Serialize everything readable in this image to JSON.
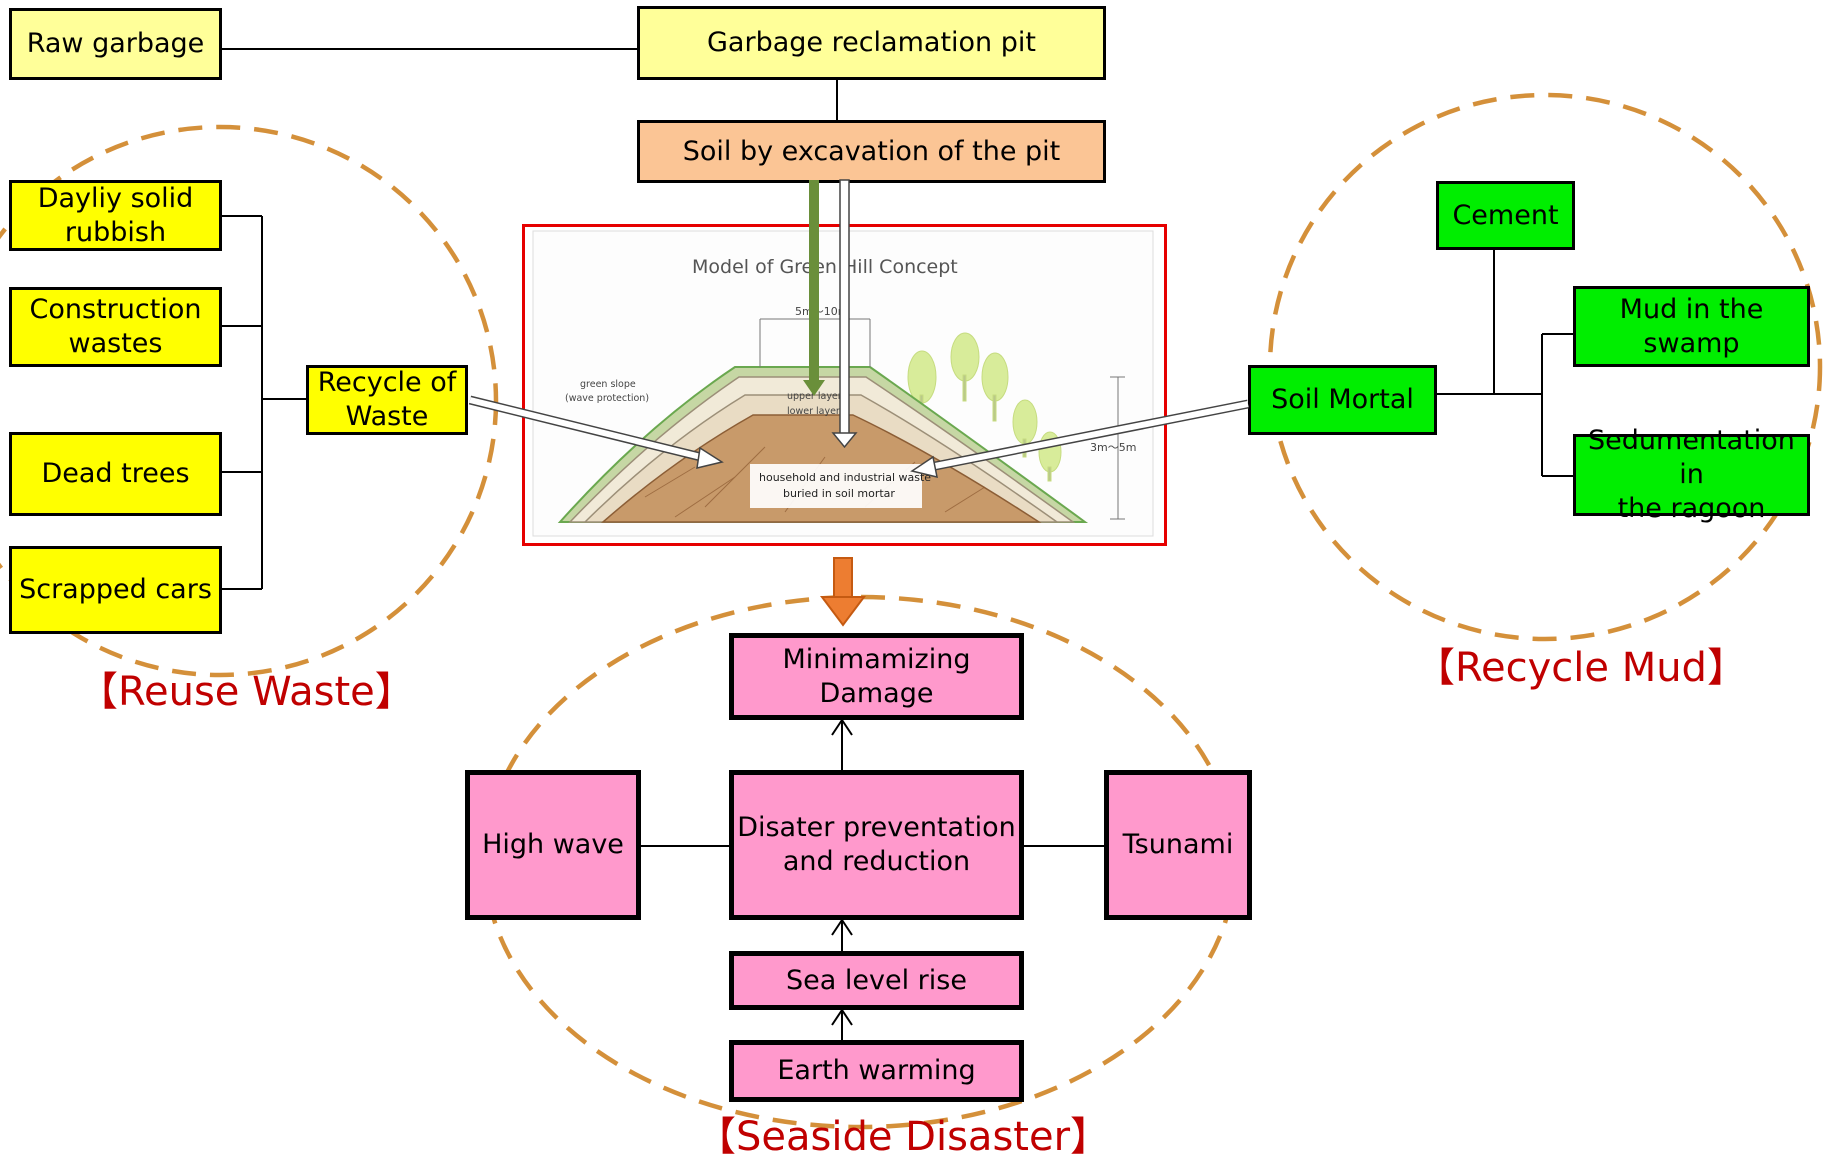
{
  "boxes": {
    "raw_garbage": "Raw garbage",
    "garbage_pit": "Garbage reclamation pit",
    "soil_excavation": "Soil by excavation of the pit",
    "daily_rubbish": "Dayliy solid\nrubbish",
    "construction_wastes": "Construction\nwastes",
    "dead_trees": "Dead trees",
    "scrapped_cars": "Scrapped cars",
    "recycle_waste": "Recycle of\nWaste",
    "cement": "Cement",
    "mud_swamp": "Mud in the\nswamp",
    "sedimentation": "Sedumentation in\nthe ragoon",
    "soil_mortal": "Soil Mortal",
    "minimizing_damage": "Minimamizing Damage",
    "high_wave": "High wave",
    "disaster_prevention": "Disater preventation\nand reduction",
    "tsunami": "Tsunami",
    "sea_level": "Sea level rise",
    "earth_warming": "Earth warming"
  },
  "groups": {
    "reuse_waste": "【Reuse Waste】",
    "recycle_mud": "【Recycle Mud】",
    "seaside_disaster": "【Seaside Disaster】"
  },
  "model": {
    "title": "Model of Green Hill Concept",
    "width_label": "5m〜10m",
    "height_label": "3m〜5m",
    "slope_label_1": "green slope",
    "slope_label_2": "(wave protection)",
    "upper_layer": "upper layer",
    "lower_layer": "lower layer",
    "core_label_1": "household and industrial waste",
    "core_label_2": "buried in soil mortar"
  },
  "colors": {
    "circle_dash": "#d4903a",
    "frame_border": "#e60000",
    "group_label": "#c00000",
    "green_arrow": "#6a8f3a",
    "orange_arrow": "#ed7d31"
  }
}
